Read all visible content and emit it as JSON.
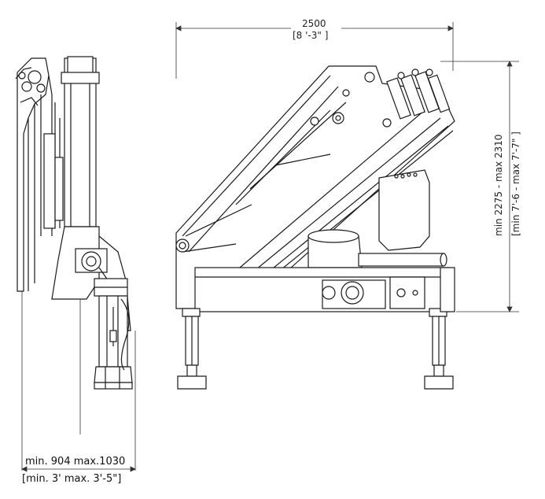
{
  "dimensions": {
    "width_metric": "2500",
    "width_imperial": "[8 '-3\" ]",
    "height_metric": "min 2275 - max 2310",
    "height_imperial": "[min 7'-6 - max 7'-7\" ]",
    "base_metric": "min. 904 max.1030",
    "base_imperial": "[min. 3' max. 3'-5\"]"
  },
  "colors": {
    "line": "#1a1a1a",
    "dim_line": "#333333",
    "background": "#ffffff"
  }
}
